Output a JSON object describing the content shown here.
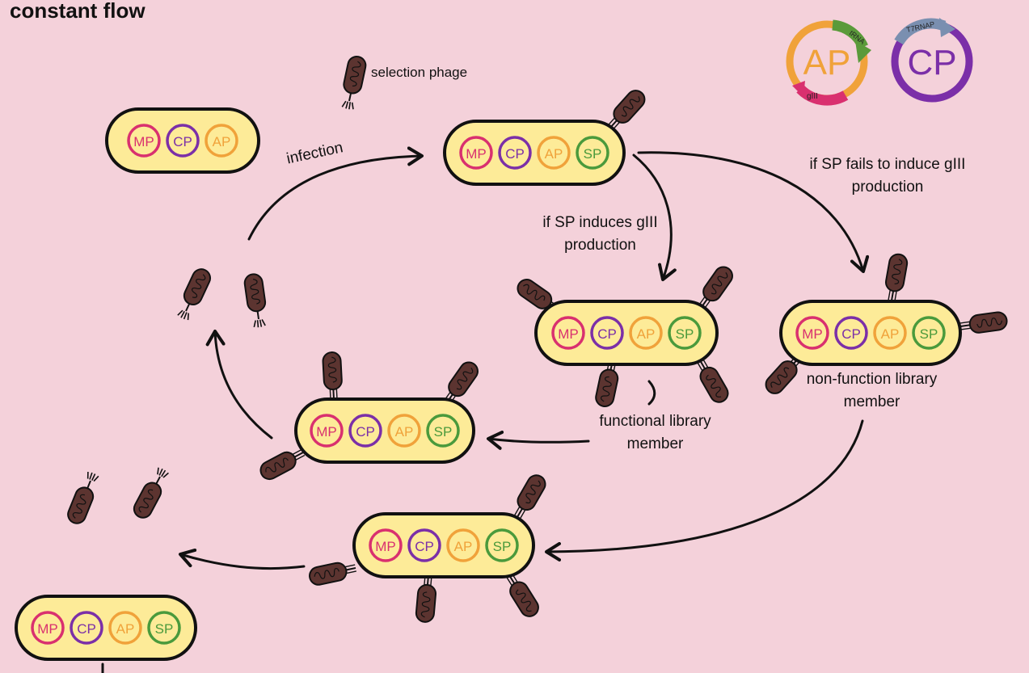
{
  "title": "constant flow",
  "legend": {
    "selection_phage": "selection phage",
    "ap_plasmid": {
      "label": "AP",
      "gene_top": "tRNA",
      "gene_bottom": "gIII"
    },
    "cp_plasmid": {
      "label": "CP",
      "gene_top": "T7RNAP"
    }
  },
  "plasmids": {
    "mp": "MP",
    "cp": "CP",
    "ap": "AP",
    "sp": "SP"
  },
  "labels": {
    "infection": "infection",
    "induces": "if SP induces gIII production",
    "fails": "if SP fails to induce gIII production",
    "functional": "functional library member",
    "nonfunction": "non-function library member"
  },
  "colors": {
    "background": "#f4d1da",
    "cell_fill": "#fdeb98",
    "phage": "#5c3430",
    "mp": "#d9306f",
    "cp": "#7b2fa8",
    "ap": "#f0a23a",
    "sp": "#4a9a3c",
    "green_arrow": "#5a9a3a",
    "blue_arrow": "#7a8fb0"
  }
}
